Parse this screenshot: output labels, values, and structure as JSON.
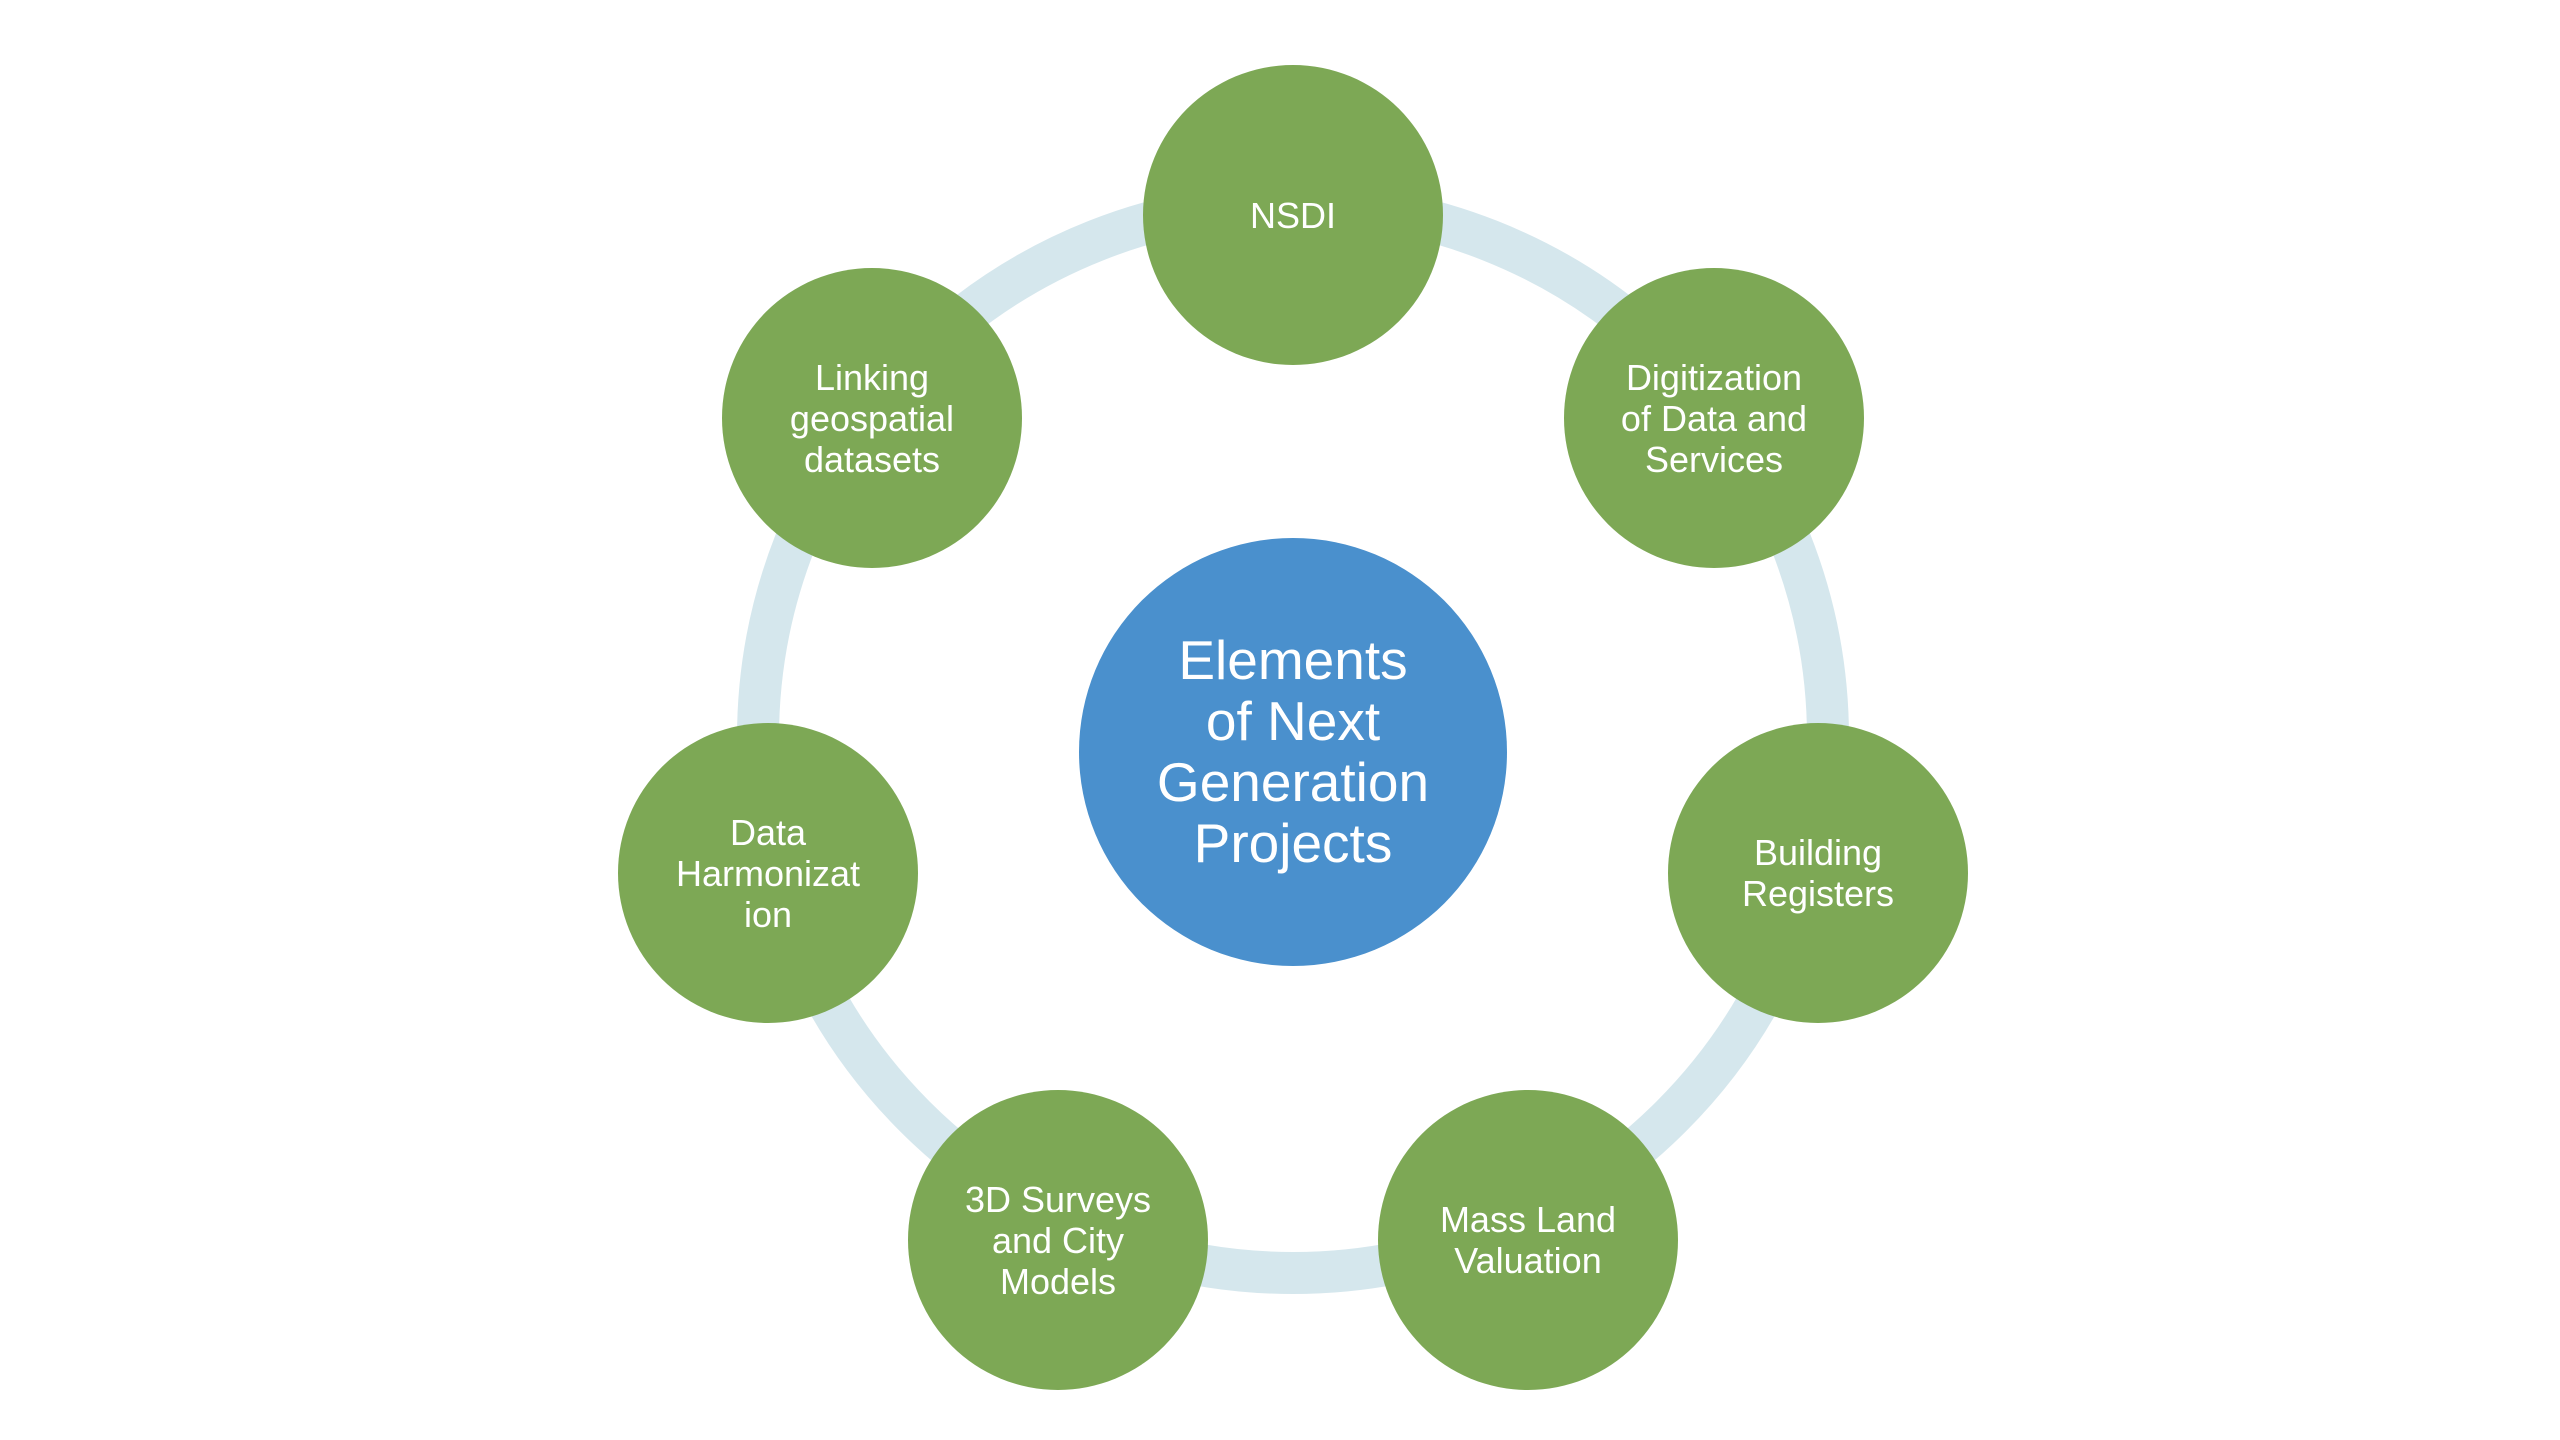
{
  "diagram": {
    "colors": {
      "ring": "#d5e7ed",
      "outer_node": "#7da855",
      "center_node": "#4a90cd",
      "text": "#ffffff"
    },
    "center": {
      "label": "Elements\nof Next\nGeneration\nProjects"
    },
    "nodes": [
      {
        "label": "NSDI"
      },
      {
        "label": "Digitization\nof Data and\nServices"
      },
      {
        "label": "Building\nRegisters"
      },
      {
        "label": "Mass Land\nValuation"
      },
      {
        "label": "3D Surveys\nand City\nModels"
      },
      {
        "label": "Data\nHarmonizat\nion"
      },
      {
        "label": "Linking\ngeospatial\ndatasets"
      }
    ]
  }
}
